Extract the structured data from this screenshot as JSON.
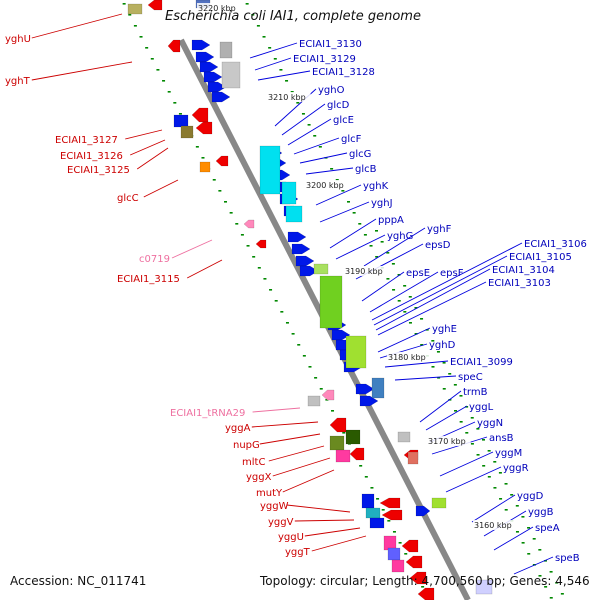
{
  "title": "Escherichia coli IAI1, complete genome",
  "accession": "Accession: NC_011741",
  "summary": "Topology: circular; Length: 4,700,560 bp; Genes: 4,546",
  "colors": {
    "cds_plus": "#0018e8",
    "cds_minus": "#ee0000",
    "rna": "#ff88bb",
    "backbone": "#808080",
    "tick_dot": "#008800"
  },
  "kbp_labels": [
    "3220 kbp",
    "3210 kbp",
    "3200 kbp",
    "3190 kbp",
    "3180 kbp",
    "3170 kbp",
    "3160 kbp"
  ],
  "right_genes": [
    "ECIAI1_3130",
    "ECIAI1_3129",
    "ECIAI1_3128",
    "yghO",
    "glcD",
    "glcE",
    "glcF",
    "glcG",
    "glcB",
    "yghK",
    "yghJ",
    "pppA",
    "yghG",
    "yghF",
    "epsD",
    "epsE",
    "epsF",
    "ECIAI1_3106",
    "ECIAI1_3105",
    "ECIAI1_3104",
    "ECIAI1_3103",
    "yghE",
    "yghD",
    "ECIAI1_3099",
    "speC",
    "trmB",
    "yggL",
    "yggN",
    "ansB",
    "yggM",
    "yggR",
    "yggD",
    "yggB",
    "speA",
    "speB"
  ],
  "left_genes": [
    "yghU",
    "yghT",
    "ECIAI1_3127",
    "ECIAI1_3126",
    "ECIAI1_3125",
    "glcC",
    "c0719",
    "ECIAI1_3115",
    "ECIAI1_tRNA29",
    "yggA",
    "nupG",
    "mltC",
    "yggX",
    "mutY",
    "yggW",
    "yggV",
    "yggU",
    "yggT"
  ]
}
